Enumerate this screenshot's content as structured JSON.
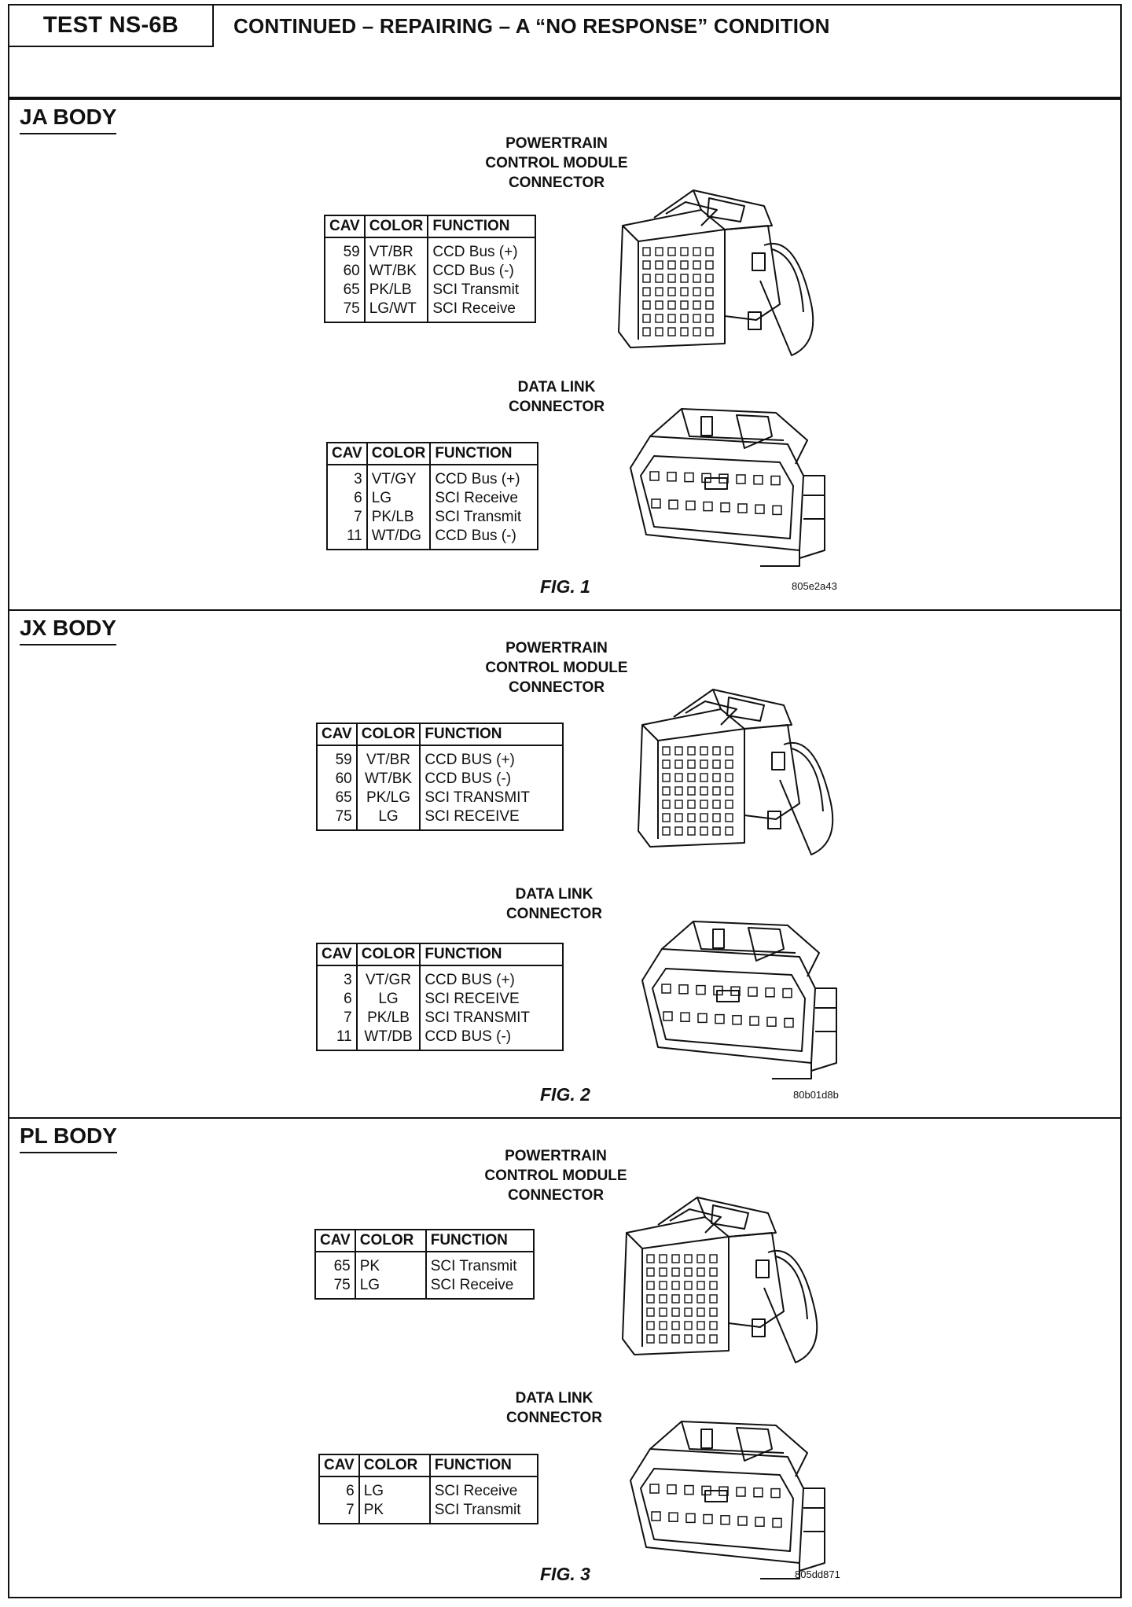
{
  "header": {
    "test_id": "TEST NS-6B",
    "title": "CONTINUED – REPAIRING – A “NO RESPONSE” CONDITION"
  },
  "columns": {
    "cav": "CAV",
    "color": "COLOR",
    "function": "FUNCTION"
  },
  "sections": [
    {
      "label": "JA BODY",
      "pcm": {
        "title": [
          "POWERTRAIN",
          "CONTROL MODULE",
          "CONNECTOR"
        ],
        "rows": [
          {
            "cav": "59",
            "color": "VT/BR",
            "function": "CCD Bus (+)"
          },
          {
            "cav": "60",
            "color": "WT/BK",
            "function": "CCD Bus (-)"
          },
          {
            "cav": "65",
            "color": "PK/LB",
            "function": "SCI Transmit"
          },
          {
            "cav": "75",
            "color": "LG/WT",
            "function": "SCI Receive"
          }
        ]
      },
      "dlc": {
        "title": [
          "DATA LINK",
          "CONNECTOR"
        ],
        "rows": [
          {
            "cav": "3",
            "color": "VT/GY",
            "function": "CCD Bus (+)"
          },
          {
            "cav": "6",
            "color": "LG",
            "function": "SCI Receive"
          },
          {
            "cav": "7",
            "color": "PK/LB",
            "function": "SCI Transmit"
          },
          {
            "cav": "11",
            "color": "WT/DG",
            "function": "CCD Bus (-)"
          }
        ]
      },
      "fig": "FIG. 1",
      "code": "805e2a43"
    },
    {
      "label": "JX BODY",
      "pcm": {
        "title": [
          "POWERTRAIN",
          "CONTROL MODULE",
          "CONNECTOR"
        ],
        "rows": [
          {
            "cav": "59",
            "color": "VT/BR",
            "function": "CCD  BUS (+)"
          },
          {
            "cav": "60",
            "color": "WT/BK",
            "function": "CCD BUS (-)"
          },
          {
            "cav": "65",
            "color": "PK/LG",
            "function": "SCI TRANSMIT"
          },
          {
            "cav": "75",
            "color": "LG",
            "function": "SCI RECEIVE"
          }
        ]
      },
      "dlc": {
        "title": [
          "DATA LINK",
          "CONNECTOR"
        ],
        "rows": [
          {
            "cav": "3",
            "color": "VT/GR",
            "function": "CCD  BUS (+)"
          },
          {
            "cav": "6",
            "color": "LG",
            "function": "SCI RECEIVE"
          },
          {
            "cav": "7",
            "color": "PK/LB",
            "function": "SCI TRANSMIT"
          },
          {
            "cav": "11",
            "color": "WT/DB",
            "function": "CCD BUS (-)"
          }
        ]
      },
      "fig": "FIG. 2",
      "code": "80b01d8b"
    },
    {
      "label": "PL BODY",
      "pcm": {
        "title": [
          "POWERTRAIN",
          "CONTROL MODULE",
          "CONNECTOR"
        ],
        "rows": [
          {
            "cav": "65",
            "color": "PK",
            "function": "SCI Transmit"
          },
          {
            "cav": "75",
            "color": "LG",
            "function": "SCI Receive"
          }
        ]
      },
      "dlc": {
        "title": [
          "DATA LINK",
          "CONNECTOR"
        ],
        "rows": [
          {
            "cav": "6",
            "color": "LG",
            "function": "SCI Receive"
          },
          {
            "cav": "7",
            "color": "PK",
            "function": "SCI Transmit"
          }
        ]
      },
      "fig": "FIG. 3",
      "code": "805dd871"
    }
  ]
}
